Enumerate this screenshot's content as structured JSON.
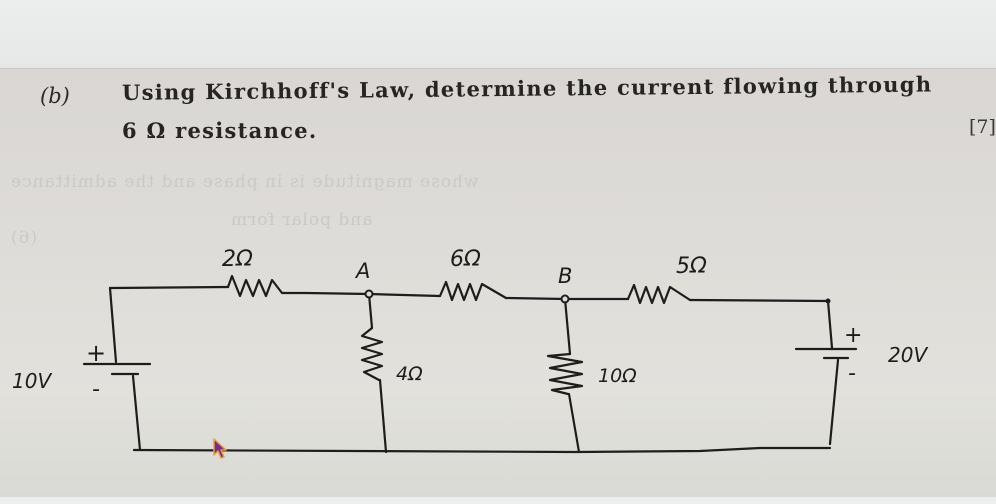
{
  "question": {
    "label": "(b)",
    "line1": "Using Kirchhoff's Law, determine the current flowing through",
    "line2": "6 Ω resistance.",
    "marks": "[7]"
  },
  "circuit": {
    "source_left": {
      "label": "10V",
      "plus": "+",
      "minus": "-"
    },
    "source_right": {
      "label": "20V",
      "plus": "+",
      "minus": "-"
    },
    "resistors": {
      "r1": "2Ω",
      "r2": "6Ω",
      "r3": "5Ω",
      "r4": "4Ω",
      "r5": "10Ω"
    },
    "nodes": {
      "a": "A",
      "b": "B"
    }
  },
  "bleed_through": [
    "whose magnitude is in phase and the admittance",
    "and polar form",
    "(6)"
  ],
  "colors": {
    "ink": "#1e1d1c",
    "paper": "#dedcd8",
    "background": "#eceeed"
  }
}
